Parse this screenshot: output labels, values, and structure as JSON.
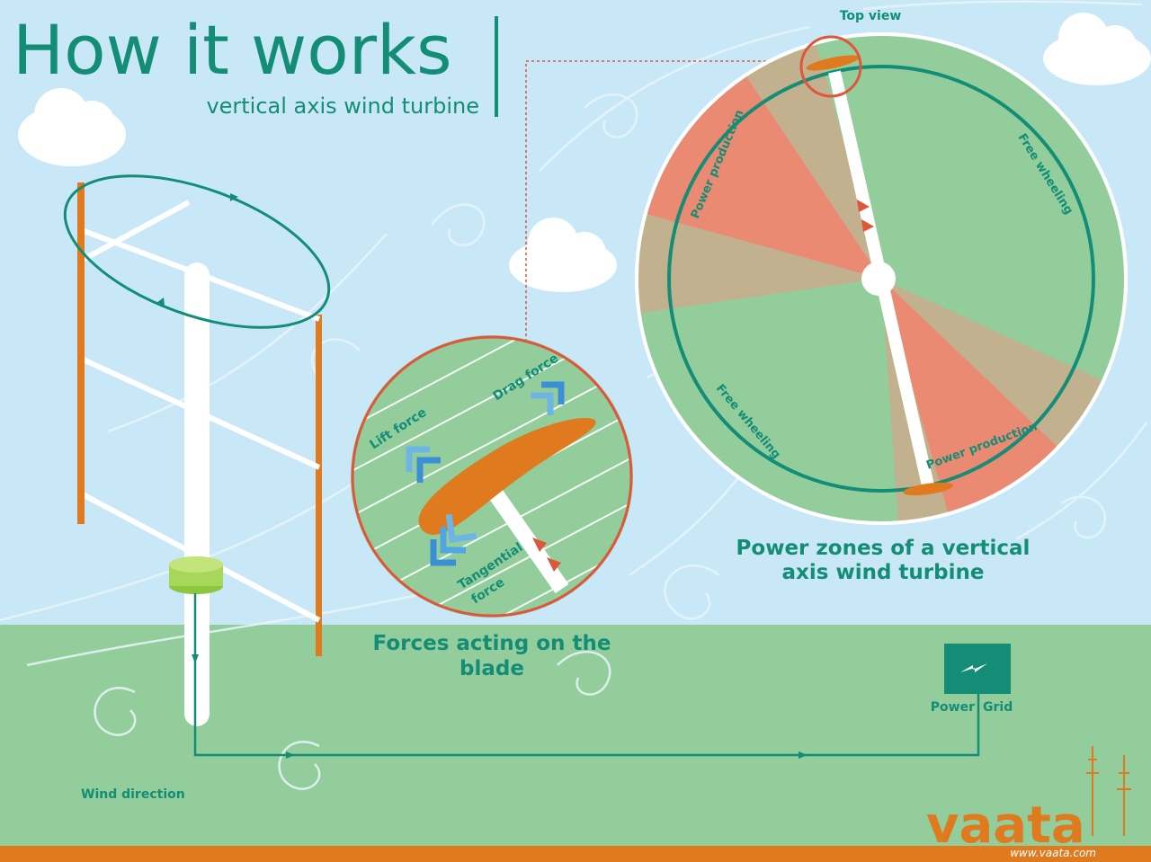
{
  "header": {
    "title": "How it works",
    "subtitle": "vertical axis wind turbine"
  },
  "top_view": {
    "label": "Top view",
    "zone_power_top": "Power production",
    "zone_free_right": "Free wheeling",
    "zone_free_left": "Free wheeling",
    "zone_power_bottom": "Power production",
    "caption_line1": "Power zones of a vertical",
    "caption_line2": "axis wind turbine"
  },
  "forces": {
    "lift": "Lift force",
    "drag": "Drag force",
    "tangential_line1": "Tangential",
    "tangential_line2": "force",
    "caption_line1": "Forces acting on the",
    "caption_line2": "blade"
  },
  "grid": {
    "label_power": "Power",
    "label_grid": "Grid"
  },
  "wind_direction": "Wind direction",
  "brand": {
    "logo": "vaata",
    "url": "www.vaata.com"
  },
  "colors": {
    "sky": "#c9e8f7",
    "ground": "#93cd9b",
    "teal": "#138d76",
    "orange": "#e07a1f",
    "power_zone": "#ea8a73",
    "transition_zone": "#c2b18f",
    "footer_bar": "#e07a1f"
  },
  "icons": [
    "cloud-icon",
    "lightning-icon",
    "wind-swirl-icon",
    "arrow-icon"
  ]
}
